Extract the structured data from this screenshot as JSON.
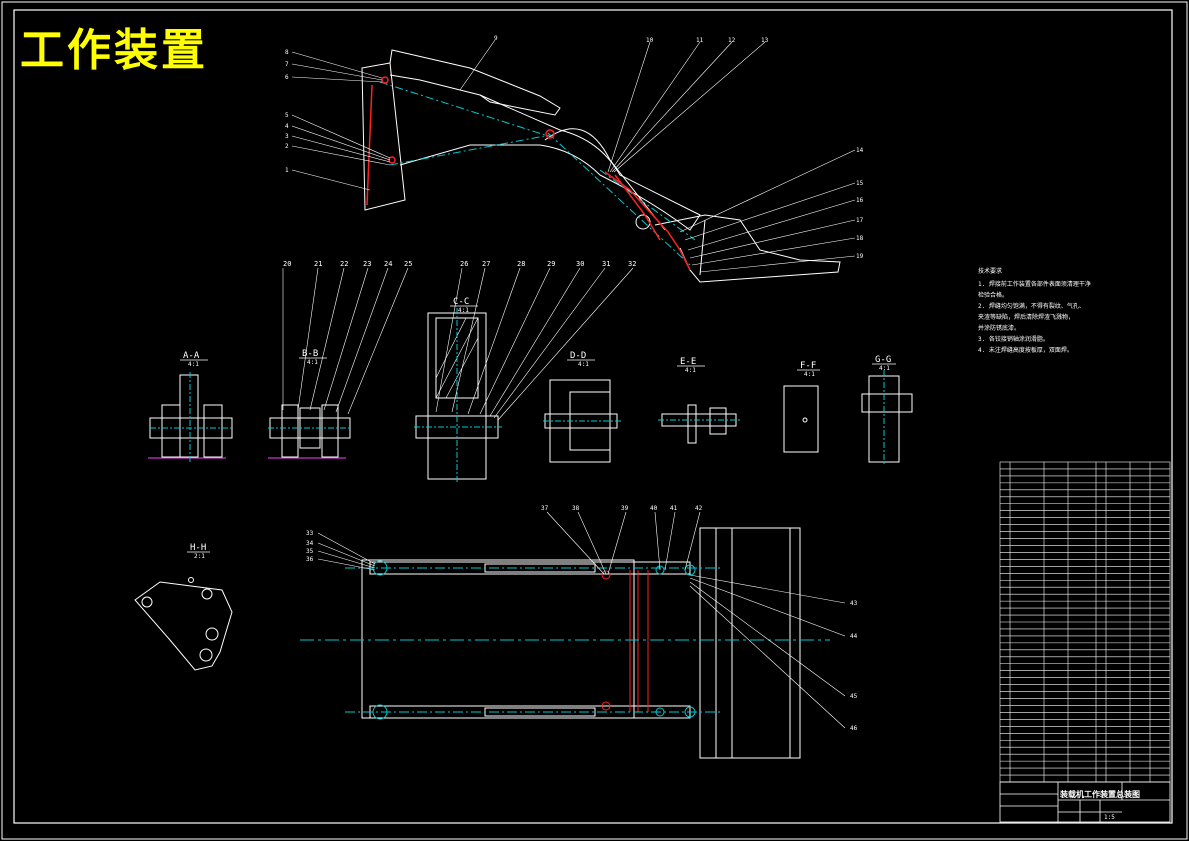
{
  "drawing": {
    "title": "工作装置",
    "callouts_top": [
      "8",
      "7",
      "6",
      "5",
      "4",
      "3",
      "2",
      "1",
      "9",
      "10",
      "11",
      "12",
      "13",
      "14",
      "15",
      "16",
      "17",
      "18",
      "19"
    ],
    "callouts_mid": [
      "20",
      "21",
      "22",
      "23",
      "24",
      "25",
      "26",
      "27",
      "28",
      "29",
      "30",
      "31",
      "32"
    ],
    "callouts_bottom": [
      "33",
      "34",
      "35",
      "36",
      "37",
      "38",
      "39",
      "40",
      "41",
      "42",
      "43",
      "44",
      "45",
      "46"
    ],
    "sections": [
      {
        "label": "A-A",
        "scale": "4:1"
      },
      {
        "label": "B-B",
        "scale": "4:1"
      },
      {
        "label": "C-C",
        "scale": "4:1"
      },
      {
        "label": "D-D",
        "scale": "4:1"
      },
      {
        "label": "E-E",
        "scale": "4:1"
      },
      {
        "label": "F-F",
        "scale": "4:1"
      },
      {
        "label": "G-G",
        "scale": "4:1"
      },
      {
        "label": "H-H",
        "scale": "2:1"
      }
    ],
    "notes": [
      "技术要求",
      "1. 焊接前工作装置各部件表面须清理干净",
      "检验合格。",
      "2. 焊缝均匀饱满，不得有裂纹、气孔、",
      "夹渣等缺陷，焊后清除焊渣飞溅物，",
      "并涂防锈底漆。",
      "3. 各铰接销轴涂润滑脂。",
      "4. 未注焊缝高度按板厚，双面焊。"
    ],
    "title_block": {
      "name": "装载机工作装置总装图",
      "ratio": "1:5"
    },
    "colors": {
      "frame": "#ffffff",
      "accent": "#ffff00",
      "center": "#00c8d0",
      "red": "#ff2020",
      "magenta": "#ff40ff"
    }
  }
}
